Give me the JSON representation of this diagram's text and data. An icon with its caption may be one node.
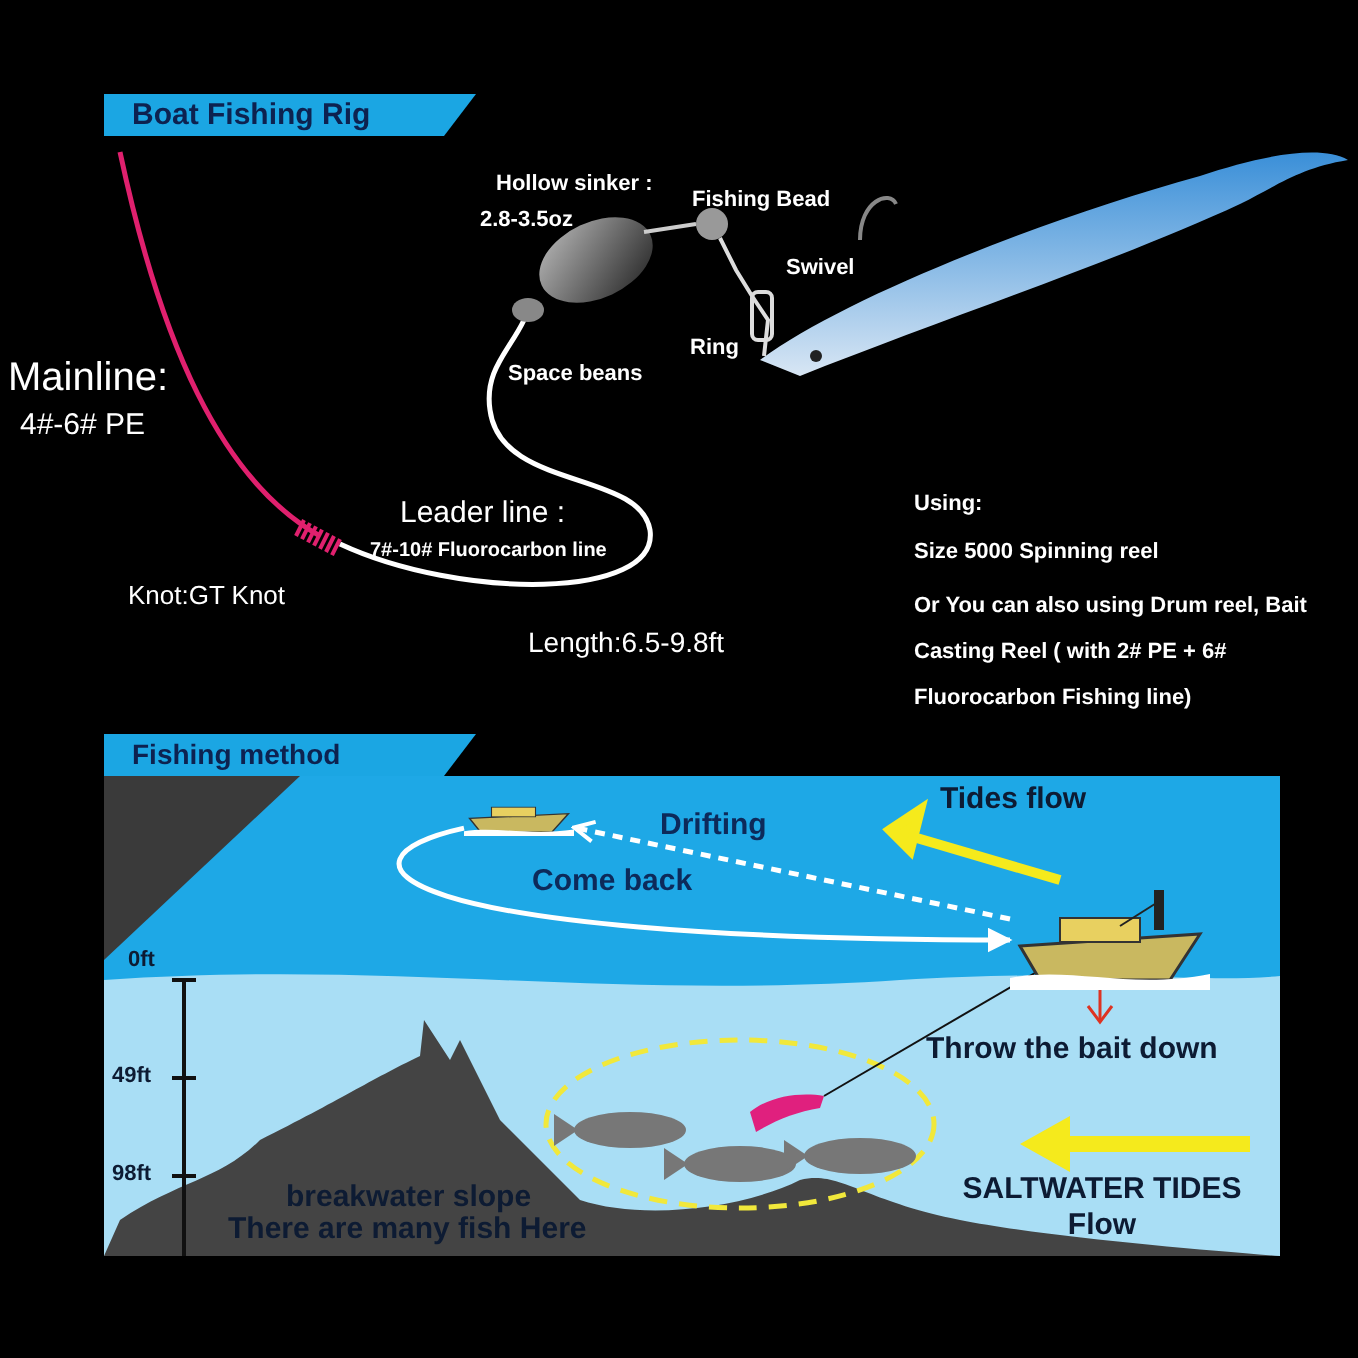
{
  "diagram": {
    "nodes": [
      {
        "text": [],
        "shape": "picture"
      },
      {
        "text": [],
        "shape": "picture"
      }
    ],
    "edges": [
      {
        "from": 0,
        "to": 1,
        "arrow": "to",
        "label": "Drifting",
        "style": "dashed"
      },
      {
        "from": 1,
        "to": 0,
        "arrow": "to",
        "label": "Come back"
      }
    ],
    "labels": [
      "Boat Fishing Rig",
      "Hollow sinker :",
      "2.8-3.5oz",
      "Fishing Bead",
      "Swivel",
      "Ring",
      "Space beans",
      "Mainline:",
      "4#-6# PE",
      "Leader line :",
      "7#-10# Fluorocarbon line",
      "Knot:GT Knot",
      "Length:6.5-9.8ft",
      "Using:",
      "Size 5000 Spinning reel",
      "Or You can also using Drum reel, Bait Casting Reel ( with 2# PE + 6# Fluorocarbon Fishing line)",
      "Fishing method",
      "Tides flow",
      "0ft",
      "49ft",
      "98ft",
      "Throw the bait down",
      "breakwater slope",
      "There are many fish Here",
      "SALTWATER TIDES Flow"
    ]
  }
}
